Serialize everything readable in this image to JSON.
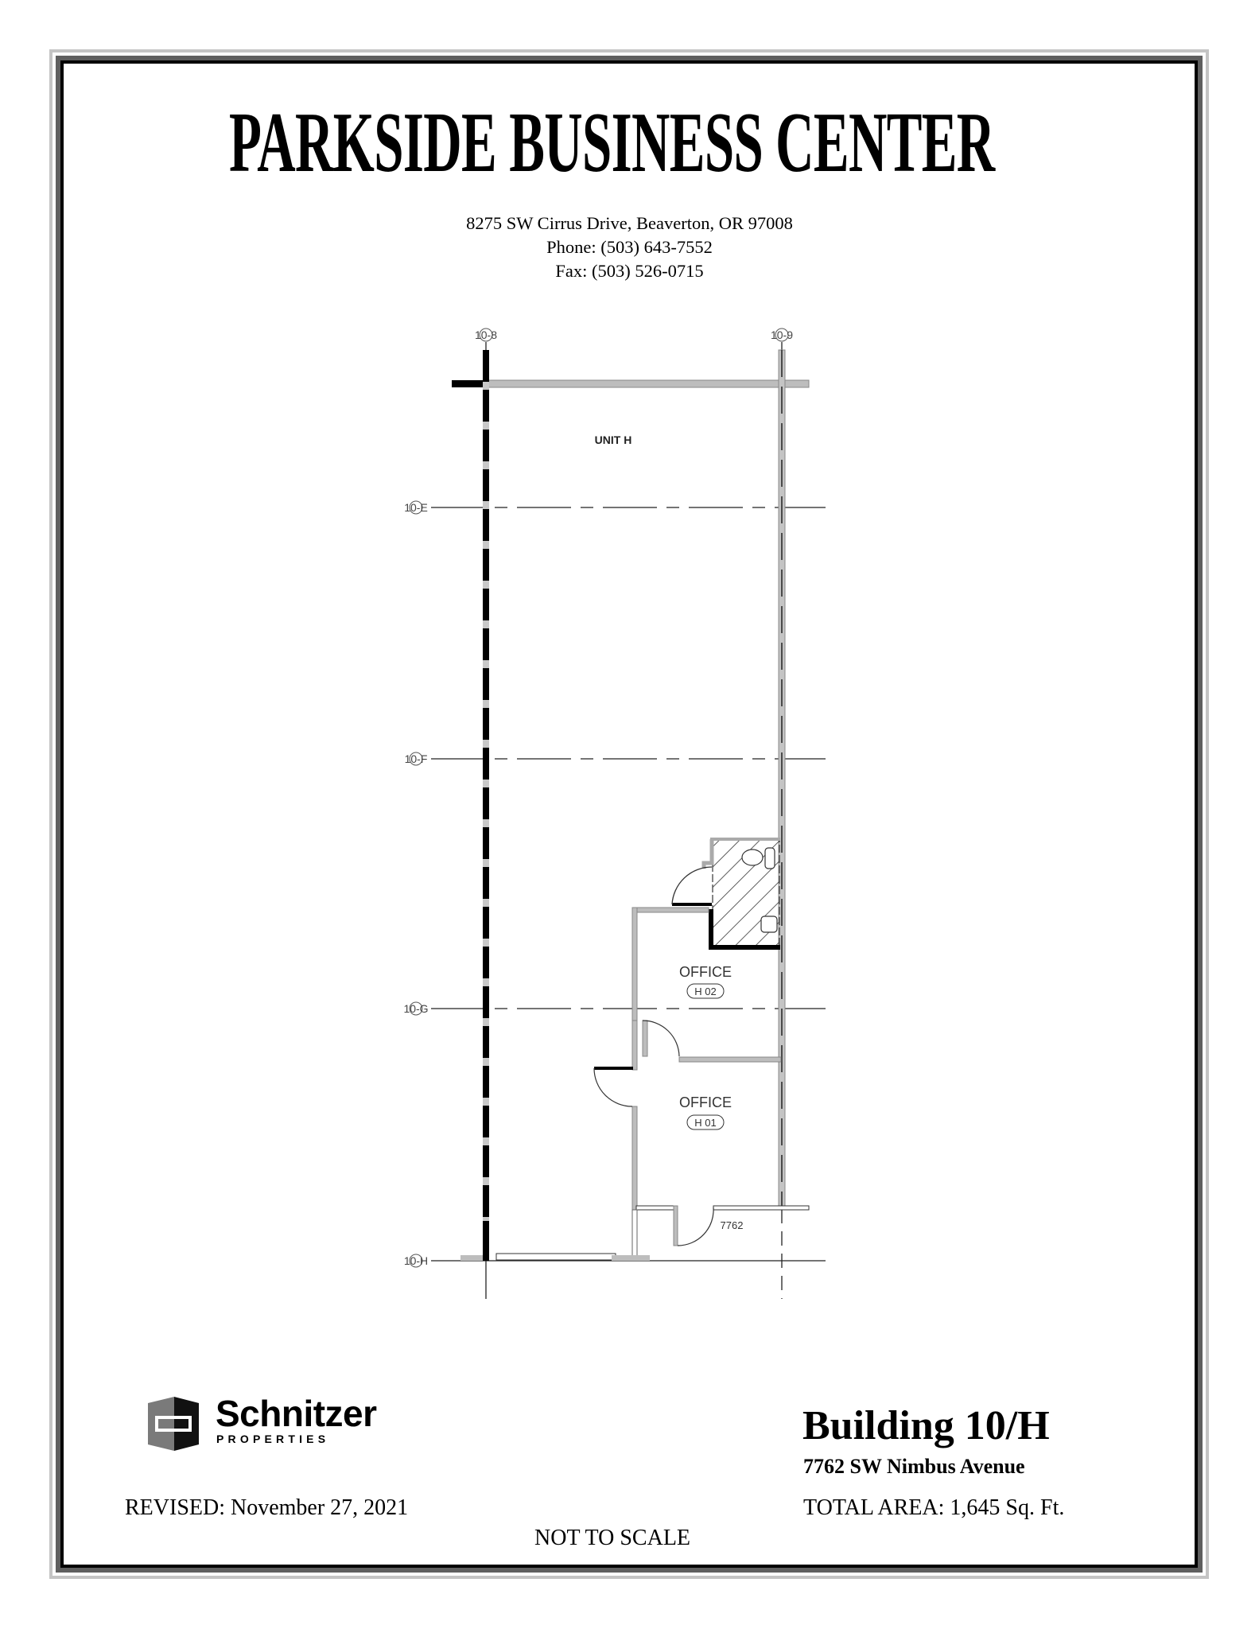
{
  "header": {
    "title": "PARKSIDE BUSINESS CENTER",
    "address": "8275 SW Cirrus Drive, Beaverton, OR 97008",
    "phone": "Phone: (503) 643-7552",
    "fax": "Fax: (503) 526-0715"
  },
  "floor_plan": {
    "unit_label": "UNIT H",
    "grid_columns": [
      "10-8",
      "10-9"
    ],
    "grid_rows": [
      "10-E",
      "10-F",
      "10-G",
      "10-H"
    ],
    "rooms": [
      {
        "name": "OFFICE",
        "tag": "H 02"
      },
      {
        "name": "OFFICE",
        "tag": "H 01"
      }
    ],
    "entry_number": "7762"
  },
  "logo": {
    "name": "Schnitzer",
    "sub": "PROPERTIES"
  },
  "footer": {
    "building": "Building 10/H",
    "building_address": "7762 SW Nimbus Avenue",
    "total_area": "TOTAL AREA: 1,645 Sq. Ft.",
    "revised": "REVISED:  November 27, 2021",
    "not_to_scale": "NOT TO SCALE"
  },
  "colors": {
    "wall_gray": "#b8b8b8",
    "wall_dark": "#000000",
    "frame_mid": "#5f5f5f",
    "frame_outer": "#c4c4c4",
    "label_gray": "#444444"
  }
}
